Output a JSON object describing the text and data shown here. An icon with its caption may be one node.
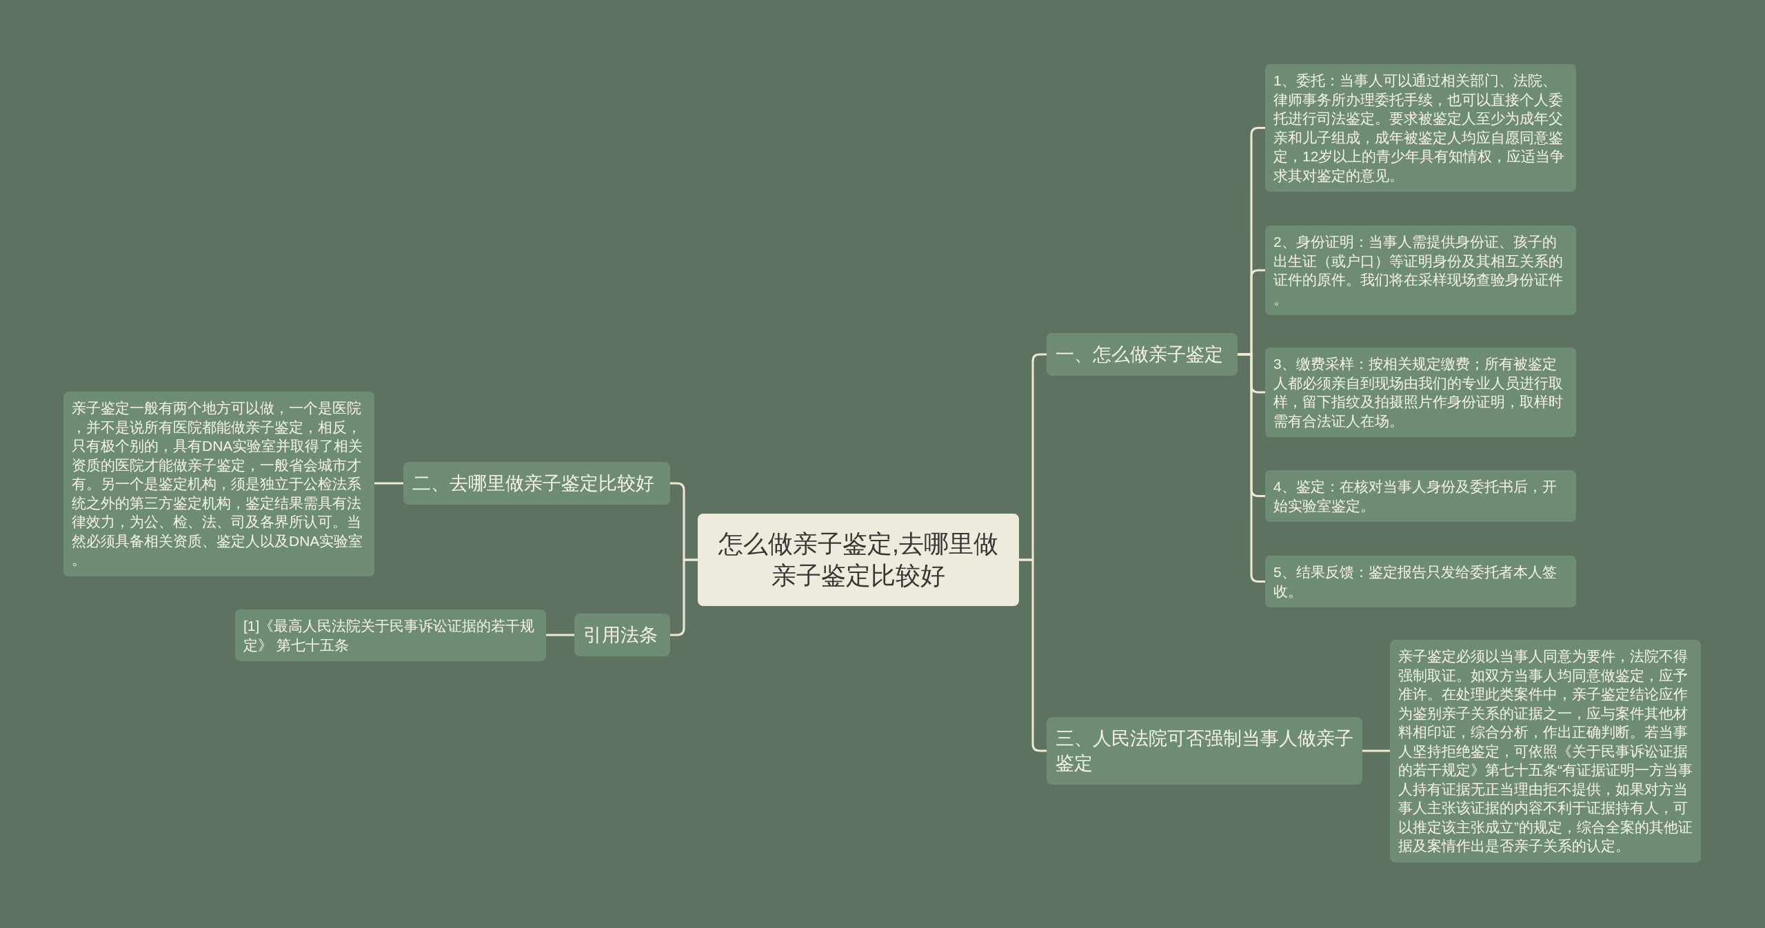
{
  "diagram": {
    "nodes": [
      {
        "text": [
          "怎么做亲子鉴定,去哪里做亲子鉴定比较好"
        ]
      },
      {
        "text": [
          "一、怎么做亲子鉴定"
        ]
      },
      {
        "text": [
          "1、委托：当事人可以通过相关部门、法院、律师事务所办理委托手续，也可以直接个人委托进行司法鉴定。要求被鉴定人至少为成年父亲和儿子组成，成年被鉴定人均应自愿同意鉴定，12岁以上的青少年具有知情权，应适当争求其对鉴定的意见。"
        ]
      },
      {
        "text": [
          "2、身份证明：当事人需提供身份证、孩子的出生证（或户口）等证明身份及其相互关系的证件的原件。我们将在采样现场查验身份证件。"
        ]
      },
      {
        "text": [
          "3、缴费采样：按相关规定缴费；所有被鉴定人都必须亲自到现场由我们的专业人员进行取样，留下指纹及拍摄照片作身份证明，取样时需有合法证人在场。"
        ]
      },
      {
        "text": [
          "4、鉴定：在核对当事人身份及委托书后，开始实验室鉴定。"
        ]
      },
      {
        "text": [
          "5、结果反馈：鉴定报告只发给委托者本人签收。"
        ]
      },
      {
        "text": [
          "三、人民法院可否强制当事人做亲子鉴定"
        ]
      },
      {
        "text": [
          "亲子鉴定必须以当事人同意为要件，法院不得强制取证。如双方当事人均同意做鉴定，应予准许。在处理此类案件中，亲子鉴定结论应作为鉴别亲子关系的证据之一，应与案件其他材料相印证，综合分析，作出正确判断。若当事人坚持拒绝鉴定，可依照《关于民事诉讼证据的若干规定》第七十五条“有证据证明一方当事人持有证据无正当理由拒不提供，如果对方当事人主张该证据的内容不利于证据持有人，可以推定该主张成立”的规定，综合全案的其他证据及案情作出是否亲子关系的认定。"
        ]
      },
      {
        "text": [
          "二、去哪里做亲子鉴定比较好"
        ]
      },
      {
        "text": [
          "亲子鉴定一般有两个地方可以做，一个是医院，并不是说所有医院都能做亲子鉴定，相反，只有极个别的，具有DNA实验室并取得了相关资质的医院才能做亲子鉴定，一般省会城市才有。另一个是鉴定机构，须是独立于公检法系统之外的第三方鉴定机构，鉴定结果需具有法律效力，为公、检、法、司及各界所认可。当然必须具备相关资质、鉴定人以及DNA实验室。"
        ]
      },
      {
        "text": [
          "引用法条"
        ]
      },
      {
        "text": [
          "[1]《最高人民法院关于民事诉讼证据的若干规定》 第七十五条"
        ]
      }
    ],
    "edges": [
      {
        "from": 0,
        "to": 1,
        "arrow": "none"
      },
      {
        "from": 1,
        "to": 2,
        "arrow": "none"
      },
      {
        "from": 1,
        "to": 3,
        "arrow": "none"
      },
      {
        "from": 1,
        "to": 4,
        "arrow": "none"
      },
      {
        "from": 1,
        "to": 5,
        "arrow": "none"
      },
      {
        "from": 1,
        "to": 6,
        "arrow": "none"
      },
      {
        "from": 0,
        "to": 7,
        "arrow": "none"
      },
      {
        "from": 7,
        "to": 8,
        "arrow": "none"
      },
      {
        "from": 0,
        "to": 9,
        "arrow": "none"
      },
      {
        "from": 9,
        "to": 10,
        "arrow": "none"
      },
      {
        "from": 0,
        "to": 11,
        "arrow": "none"
      },
      {
        "from": 11,
        "to": 12,
        "arrow": "none"
      }
    ]
  }
}
